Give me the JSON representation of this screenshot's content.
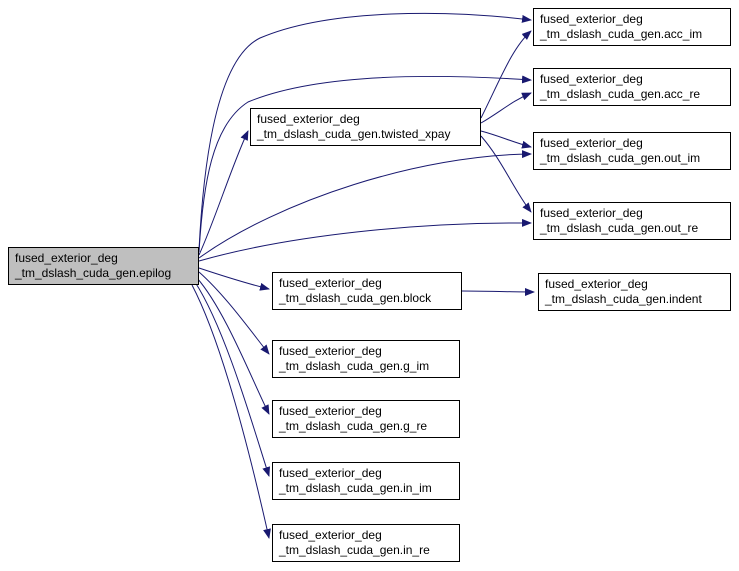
{
  "diagram": {
    "type": "call-graph",
    "background_color": "#ffffff",
    "edge_color": "#191970",
    "node_fill": "#ffffff",
    "node_border_color": "#000000",
    "highlight_fill": "#bfbfbf",
    "nodes": {
      "epilog": {
        "line1": "fused_exterior_deg",
        "line2": "_tm_dslash_cuda_gen.epilog",
        "highlighted": true
      },
      "twisted_xpay": {
        "line1": "fused_exterior_deg",
        "line2": "_tm_dslash_cuda_gen.twisted_xpay",
        "highlighted": false
      },
      "acc_im": {
        "line1": "fused_exterior_deg",
        "line2": "_tm_dslash_cuda_gen.acc_im",
        "highlighted": false
      },
      "acc_re": {
        "line1": "fused_exterior_deg",
        "line2": "_tm_dslash_cuda_gen.acc_re",
        "highlighted": false
      },
      "out_im": {
        "line1": "fused_exterior_deg",
        "line2": "_tm_dslash_cuda_gen.out_im",
        "highlighted": false
      },
      "out_re": {
        "line1": "fused_exterior_deg",
        "line2": "_tm_dslash_cuda_gen.out_re",
        "highlighted": false
      },
      "indent": {
        "line1": "fused_exterior_deg",
        "line2": "_tm_dslash_cuda_gen.indent",
        "highlighted": false
      },
      "block": {
        "line1": "fused_exterior_deg",
        "line2": "_tm_dslash_cuda_gen.block",
        "highlighted": false
      },
      "g_im": {
        "line1": "fused_exterior_deg",
        "line2": "_tm_dslash_cuda_gen.g_im",
        "highlighted": false
      },
      "g_re": {
        "line1": "fused_exterior_deg",
        "line2": "_tm_dslash_cuda_gen.g_re",
        "highlighted": false
      },
      "in_im": {
        "line1": "fused_exterior_deg",
        "line2": "_tm_dslash_cuda_gen.in_im",
        "highlighted": false
      },
      "in_re": {
        "line1": "fused_exterior_deg",
        "line2": "_tm_dslash_cuda_gen.in_re",
        "highlighted": false
      }
    },
    "edges": [
      {
        "from": "epilog",
        "to": "acc_im"
      },
      {
        "from": "epilog",
        "to": "acc_re"
      },
      {
        "from": "epilog",
        "to": "twisted_xpay"
      },
      {
        "from": "epilog",
        "to": "out_im"
      },
      {
        "from": "epilog",
        "to": "out_re"
      },
      {
        "from": "epilog",
        "to": "block"
      },
      {
        "from": "epilog",
        "to": "g_im"
      },
      {
        "from": "epilog",
        "to": "g_re"
      },
      {
        "from": "epilog",
        "to": "in_im"
      },
      {
        "from": "epilog",
        "to": "in_re"
      },
      {
        "from": "twisted_xpay",
        "to": "acc_im"
      },
      {
        "from": "twisted_xpay",
        "to": "acc_re"
      },
      {
        "from": "twisted_xpay",
        "to": "out_im"
      },
      {
        "from": "twisted_xpay",
        "to": "out_re"
      },
      {
        "from": "block",
        "to": "indent"
      }
    ]
  }
}
